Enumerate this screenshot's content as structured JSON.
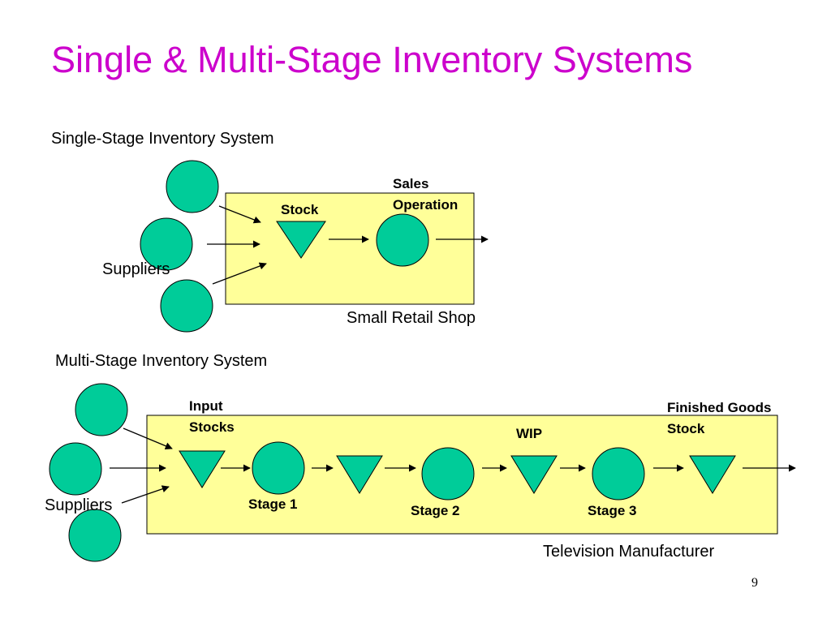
{
  "slide": {
    "title": "Single & Multi-Stage Inventory Systems",
    "page_number": "9"
  },
  "single_stage": {
    "heading": "Single-Stage Inventory System",
    "suppliers_label": "Suppliers",
    "stock_label": "Stock",
    "sales_line1": "Sales",
    "sales_line2": "Operation",
    "box_caption": "Small Retail Shop"
  },
  "multi_stage": {
    "heading": "Multi-Stage Inventory System",
    "suppliers_label": "Suppliers",
    "input_line1": "Input",
    "input_line2": "Stocks",
    "wip_label": "WIP",
    "finished_line1": "Finished Goods",
    "finished_line2": "Stock",
    "stage1": "Stage 1",
    "stage2": "Stage 2",
    "stage3": "Stage 3",
    "box_caption": "Television Manufacturer"
  },
  "colors": {
    "title": "#cc00cc",
    "shape_fill": "#00cc99",
    "box_fill": "#ffff99"
  }
}
